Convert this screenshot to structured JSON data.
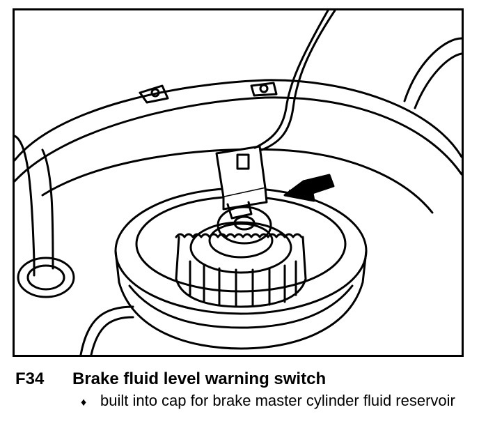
{
  "figure": {
    "number": "F34",
    "title": "Brake fluid level warning switch",
    "bullets": [
      {
        "glyph": "♦",
        "text": "built into cap for brake master cylinder fluid reservoir"
      }
    ]
  },
  "colors": {
    "ink": "#000000",
    "paper": "#ffffff"
  },
  "icons": {
    "arrow": "callout-arrow-icon",
    "bullet": "diamond-bullet-icon"
  }
}
